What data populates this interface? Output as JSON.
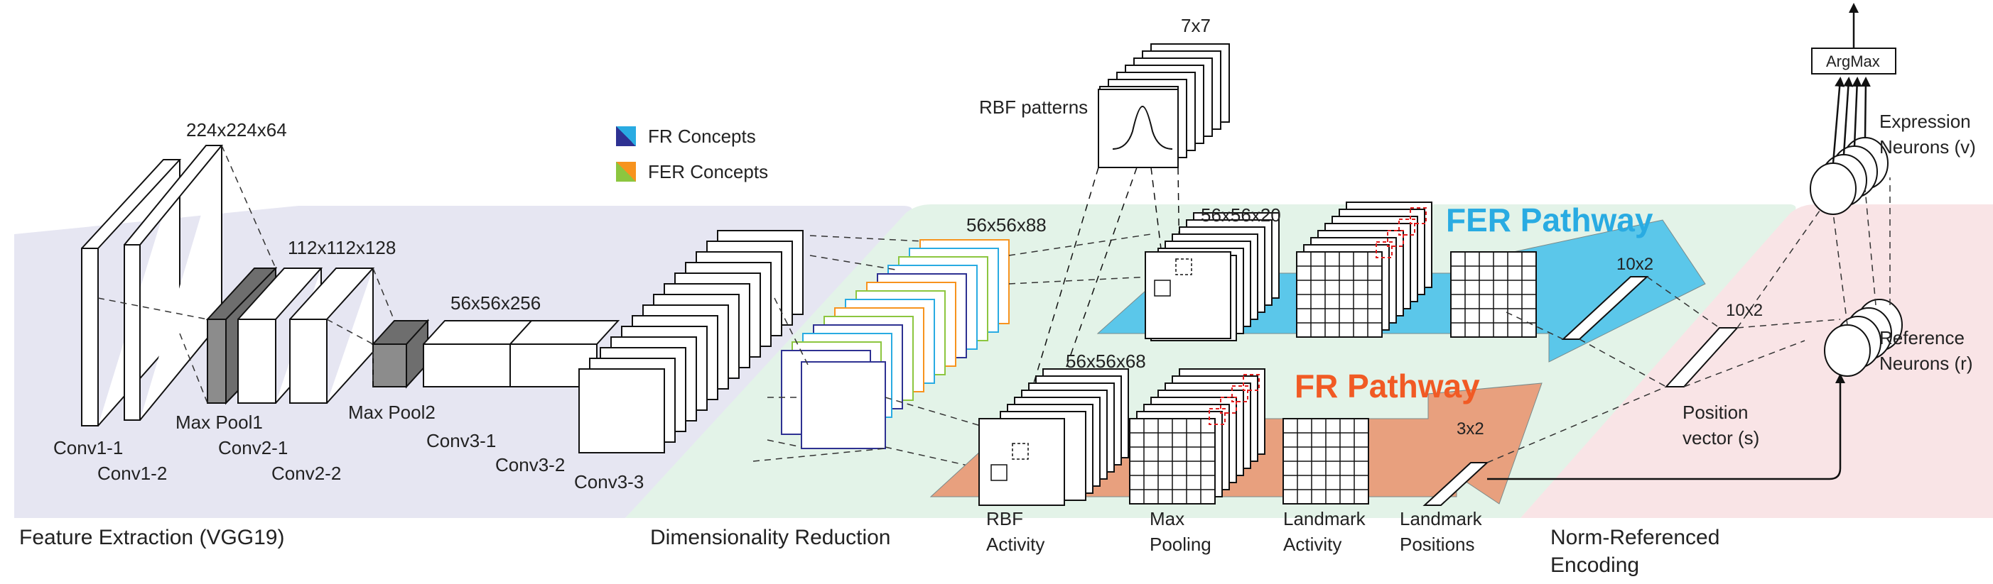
{
  "stages": {
    "feature_extraction": "Feature Extraction (VGG19)",
    "dimensionality_reduction": "Dimensionality Reduction",
    "norm_referenced_line1": "Norm-Referenced",
    "norm_referenced_line2": "Encoding"
  },
  "legend": {
    "fr_concepts": "FR Concepts",
    "fer_concepts": "FER Concepts"
  },
  "layers": {
    "conv1_1": "Conv1-1",
    "conv1_2": "Conv1-2",
    "max_pool1": "Max Pool1",
    "conv2_1": "Conv2-1",
    "conv2_2": "Conv2-2",
    "max_pool2": "Max Pool2",
    "conv3_1": "Conv3-1",
    "conv3_2": "Conv3-2",
    "conv3_3": "Conv3-3"
  },
  "dims": {
    "d224": "224x224x64",
    "d112": "112x112x128",
    "d56_256": "56x56x256",
    "d56_88": "56x56x88",
    "d56_20": "56x56x20",
    "d56_68": "56x56x68",
    "d7x7": "7x7",
    "d10x2_a": "10x2",
    "d10x2_b": "10x2",
    "d3x2": "3x2"
  },
  "labels": {
    "rbf_patterns": "RBF patterns",
    "fer_pathway": "FER Pathway",
    "fr_pathway": "FR Pathway",
    "rbf_activity_1": "RBF",
    "rbf_activity_2": "Activity",
    "max_pooling_1": "Max",
    "max_pooling_2": "Pooling",
    "landmark_activity_1": "Landmark",
    "landmark_activity_2": "Activity",
    "landmark_positions_1": "Landmark",
    "landmark_positions_2": "Positions",
    "position_vector_1": "Position",
    "position_vector_2": "vector (s)",
    "argmax": "ArgMax",
    "expression_neurons_1": "Expression",
    "expression_neurons_2": "Neurons (v)",
    "reference_neurons_1": "Reference",
    "reference_neurons_2": "Neurons (r)"
  },
  "colors": {
    "feature_bg": "#e6e6f2",
    "dimred_bg": "#e3f3e8",
    "norm_bg": "#f9e4e6",
    "fer_arrow": "#5bc7ea",
    "fr_arrow": "#e8a07e",
    "fer_text": "#29abe2",
    "fr_text": "#f15a24",
    "pool_gray": "#8c8c8c"
  }
}
